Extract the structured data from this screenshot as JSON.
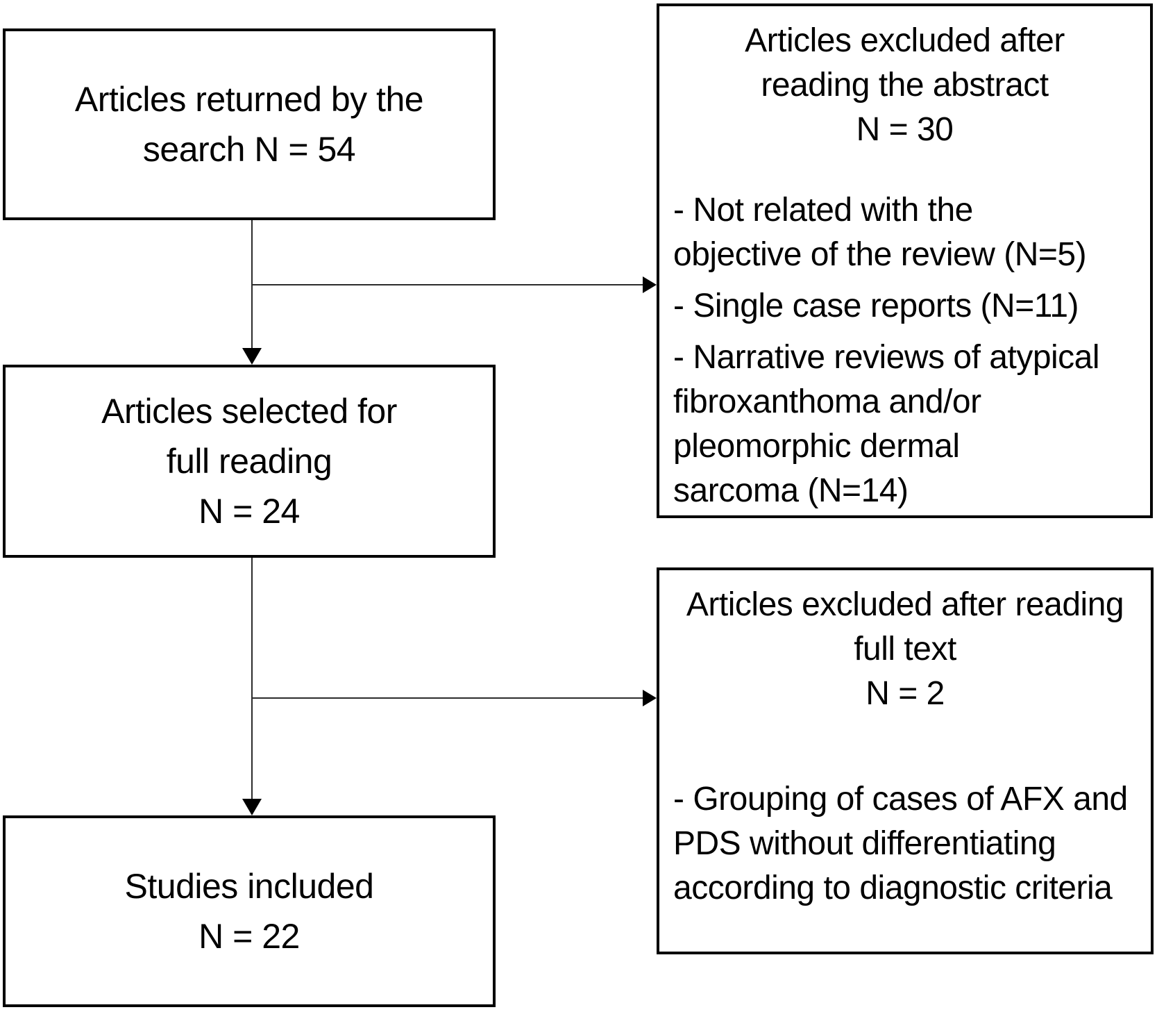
{
  "colors": {
    "background": "#ffffff",
    "box_border": "#000000",
    "text": "#000000",
    "connector_line": "#2b2b2b",
    "arrowhead": "#000000"
  },
  "boxes": {
    "returned": {
      "lines": [
        "Articles returned by the",
        "search N = 54"
      ]
    },
    "selected": {
      "lines": [
        "Articles selected for",
        "full reading",
        "N = 24"
      ]
    },
    "included": {
      "lines": [
        "Studies included",
        "N = 22"
      ]
    },
    "excluded_abstract": {
      "title_lines": [
        "Articles excluded after",
        "reading the abstract",
        "N = 30"
      ],
      "bullets": [
        {
          "lines": [
            "- Not related with the",
            "objective of the review (N=5)"
          ]
        },
        {
          "lines": [
            "- Single case reports (N=11)"
          ]
        },
        {
          "lines": [
            "- Narrative reviews of atypical",
            "fibroxanthoma and/or",
            "pleomorphic dermal",
            "sarcoma (N=14)"
          ]
        }
      ]
    },
    "excluded_fulltext": {
      "title_lines": [
        "Articles excluded after reading",
        "full text",
        "N = 2"
      ],
      "bullets": [
        {
          "lines": [
            "- Grouping of cases of AFX and",
            "PDS without differentiating",
            "according to diagnostic criteria"
          ]
        }
      ]
    }
  }
}
